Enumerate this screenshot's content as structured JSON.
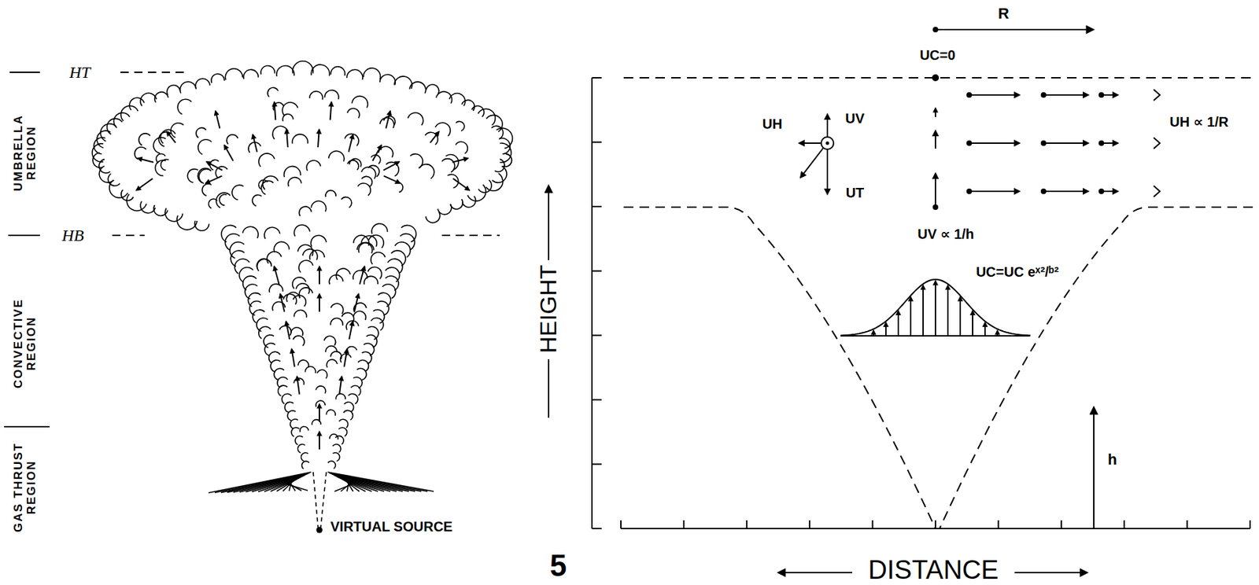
{
  "diagram": {
    "labels": [
      "HT",
      "UMBRELLA REGION",
      "HB",
      "CONVECTIVE REGION",
      "GAS THRUST REGION",
      "VIRTUAL SOURCE",
      "5",
      "R",
      "UC=0",
      "UH",
      "UV",
      "UT",
      "UH ∝ 1/R",
      "UC=UC eˣ²/ᵇ²",
      "UV ∝ 1/h",
      "HEIGHT",
      "h",
      "DISTANCE"
    ]
  }
}
